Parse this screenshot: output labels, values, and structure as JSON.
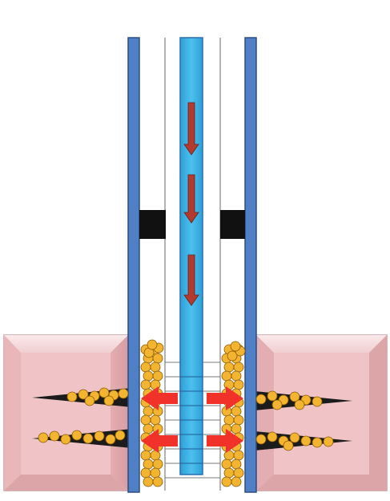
{
  "diagram": {
    "description_free": true,
    "elements": {
      "formation_blocks": 2,
      "fractures_per_side": 2,
      "packers": 2,
      "down_arrows": 3,
      "injection_arrow_pairs": 2
    },
    "colors": {
      "casing": "#4f7fc4",
      "tubing": "#38aee3",
      "tubing_outline": "#2a6fb0",
      "formation_face": "#f2c9cb",
      "formation_edge": "#c99a9d",
      "packer": "#111111",
      "down_arrow": "#b23a2e",
      "injection_arrow": "#f0322a",
      "proppant": "#f3b431",
      "proppant_edge": "#8a5a00",
      "fracture": "#1b1b1b"
    }
  }
}
